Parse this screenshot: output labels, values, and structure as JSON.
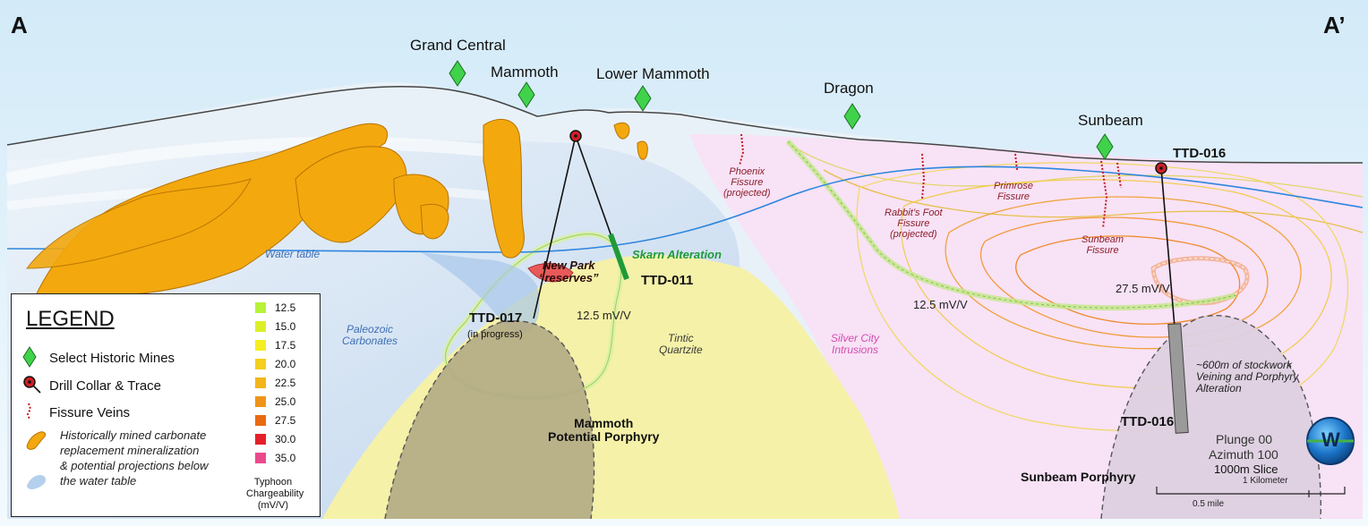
{
  "section": {
    "corner_left": "A",
    "corner_right": "A’"
  },
  "mines": [
    {
      "name": "Grand Central"
    },
    {
      "name": "Mammoth"
    },
    {
      "name": "Lower Mammoth"
    },
    {
      "name": "Dragon"
    },
    {
      "name": "Sunbeam"
    }
  ],
  "fissures": {
    "phoenix": "Phoenix\nFissure\n(projected)",
    "rabbit": "Rabbit’s Foot\nFissure\n(projected)",
    "primrose": "Primrose\nFissure",
    "sunbeam": "Sunbeam\nFissure"
  },
  "drill_holes": {
    "ttd016_top": "TTD-016",
    "ttd016_bottom": "TTD-016",
    "ttd011": "TTD-011",
    "ttd017": "TTD-017",
    "ttd017_note": "(in progress)"
  },
  "units": {
    "water_table": "Water table",
    "paleozoic": "Paleozoic\nCarbonates",
    "tintic": "Tintic\nQuartzite",
    "silver_city": "Silver City\nIntrusions"
  },
  "annotations": {
    "skarn": "Skarn Alteration",
    "new_park": "New Park\n“reserves”",
    "mv_125_left": "12.5 mV/V",
    "mv_125_right": "12.5 mV/V",
    "mv_275": "27.5 mV/V",
    "mammoth_porphyry": "Mammoth\nPotential Porphyry",
    "sunbeam_porphyry": "Sunbeam Porphyry",
    "stockwork": "~600m of stockwork\nVeining and Porphyry\nAlteration"
  },
  "view": {
    "plunge": "Plunge 00",
    "azimuth": "Azimuth 100",
    "slice": "1000m Slice",
    "logo_letter": "W"
  },
  "scale": {
    "km": "1 Kilometer",
    "mile": "0.5 mile"
  },
  "legend": {
    "title": "LEGEND",
    "mines": "Select Historic Mines",
    "collar": "Drill Collar & Trace",
    "veins": "Fissure Veins",
    "carbonate": "Historically mined carbonate\nreplacement mineralization\n& potential projections below\nthe water table",
    "chargeability_caption": "Typhoon\nChargeability\n(mV/V)",
    "chargeability": [
      {
        "value": "12.5",
        "color": "#b6f23a"
      },
      {
        "value": "15.0",
        "color": "#dcef2a"
      },
      {
        "value": "17.5",
        "color": "#f4ee22"
      },
      {
        "value": "20.0",
        "color": "#f5cf1c"
      },
      {
        "value": "22.5",
        "color": "#f3b51a"
      },
      {
        "value": "25.0",
        "color": "#ef9418"
      },
      {
        "value": "27.5",
        "color": "#ea6a12"
      },
      {
        "value": "30.0",
        "color": "#e5202a"
      },
      {
        "value": "35.0",
        "color": "#ea4a8c"
      }
    ]
  },
  "colors": {
    "sky": "#eef7fc",
    "pink_zone": "#f8e3f6",
    "quartzite": "#f6f3a8",
    "carbonate": "#c9dcef",
    "orebody": "#f3a80e",
    "porphyry": "#b3aa84",
    "water_table": "#2e86de",
    "collar": "#d11f25",
    "mine_marker": "#3fd24a",
    "skarn": "#1f9a3a"
  }
}
